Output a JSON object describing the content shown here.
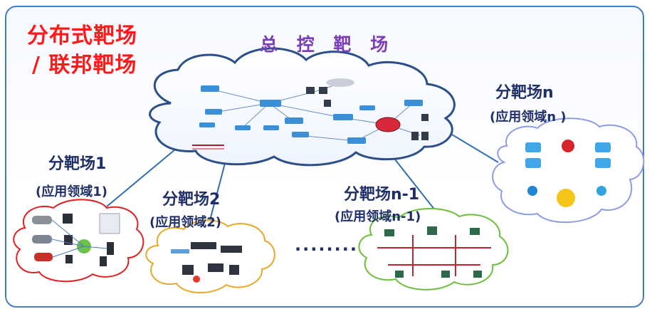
{
  "heading": {
    "line1": "分布式靶场",
    "line2": "/ 联邦靶场"
  },
  "center": {
    "title": "总 控 靶 场"
  },
  "ranges": [
    {
      "name": "分靶场1",
      "domain": "(应用领域1)"
    },
    {
      "name": "分靶场2",
      "domain": "(应用领域2)"
    },
    {
      "name": "分靶场n-1",
      "domain": "(应用领域n-1)"
    },
    {
      "name": "分靶场n",
      "domain": "(应用领域n )"
    }
  ],
  "ellipsis": "........",
  "colors": {
    "frame": "#3f7fc4",
    "center_cloud": "#2c4f8a",
    "cloud_1": "#e02020",
    "cloud_2": "#e8a82a",
    "cloud_n_minus_1": "#6bbf3a",
    "cloud_n": "#8e9ce8",
    "link_line": "#2f6db5"
  }
}
